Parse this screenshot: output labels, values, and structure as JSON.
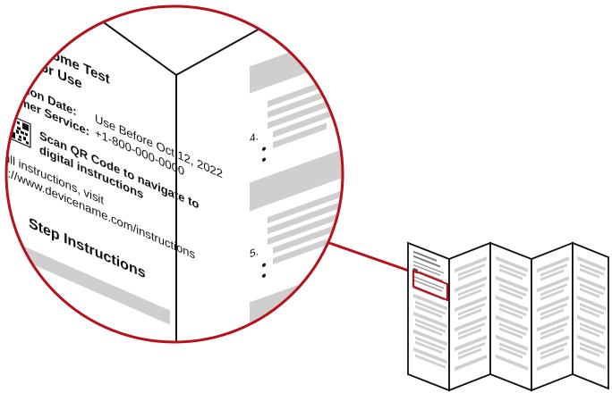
{
  "magnified_leaflet": {
    "left_panel": {
      "title_line1": "ome Test",
      "title_line2": "for Use",
      "expiration_label": "ion Date:",
      "service_label": "mer Service:",
      "expiration_value": "Use Before Oct 12, 2022",
      "phone_value": "+1-800-000-0000",
      "qr_line1": "Scan QR Code to navigate to",
      "qr_line2": "digital instructions",
      "full_line1": "ull instructions, visit",
      "full_line2": "s://www.devicename.com/instructions",
      "steps_heading": "Step Instructions"
    },
    "right_panel": {
      "step_numbers": [
        "4.",
        "5."
      ]
    }
  },
  "colors": {
    "accent_red": "#b5121b",
    "gray_block": "#cfcfcf",
    "stroke": "#111111"
  },
  "icons": [
    "qr-code-icon"
  ]
}
